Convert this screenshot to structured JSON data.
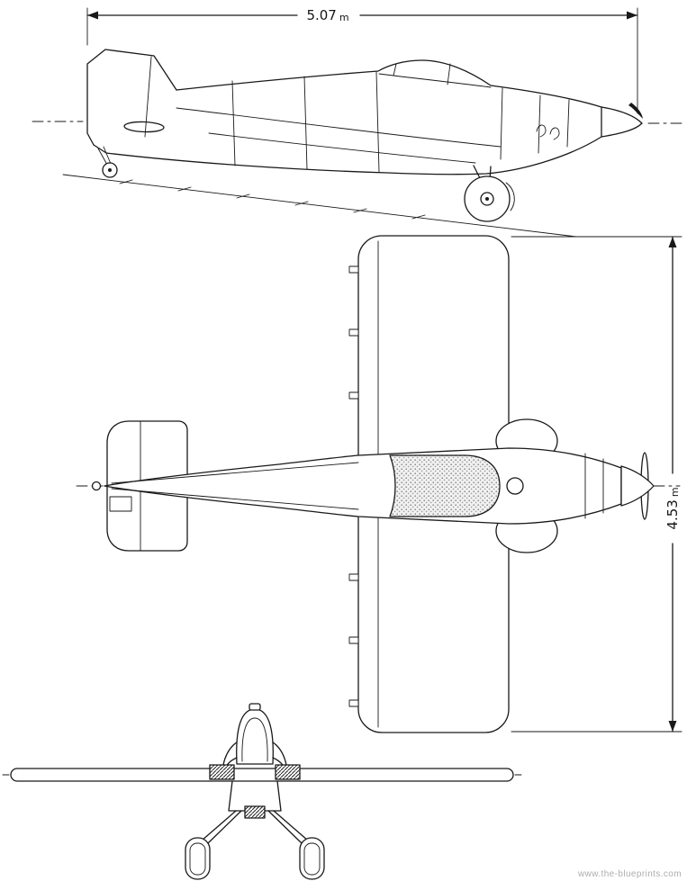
{
  "page": {
    "background_color": "#ffffff",
    "ink_color": "#191919",
    "watermark_text": "www.the-blueprints.com",
    "watermark_color": "#adadad"
  },
  "dimensions": {
    "length": {
      "value": "5.07",
      "unit": "m"
    },
    "span": {
      "value": "4.53",
      "unit": "m"
    }
  }
}
